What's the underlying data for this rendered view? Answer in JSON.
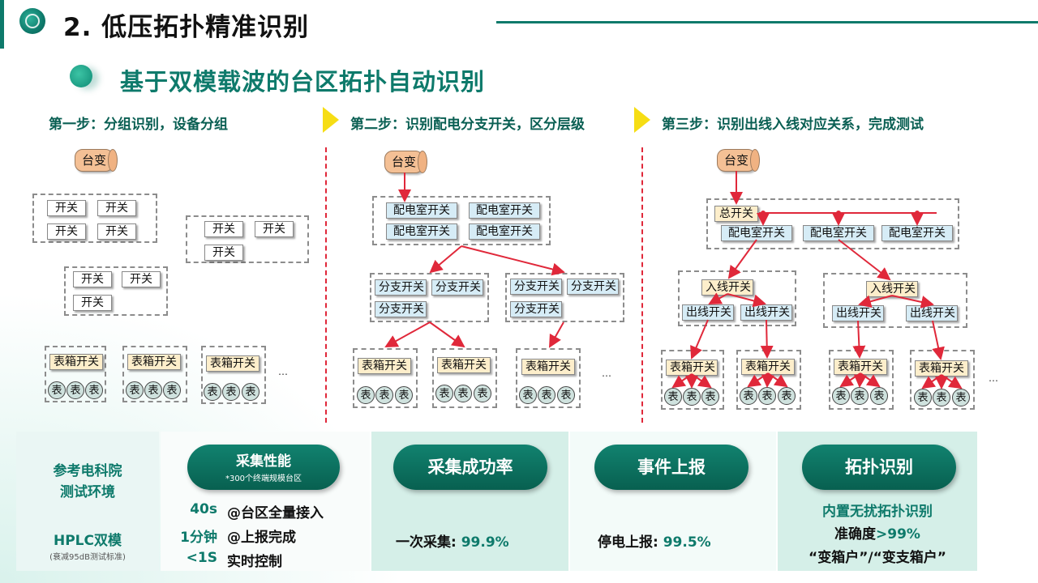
{
  "header": {
    "title": "2. 低压拓扑精准识别",
    "subtitle": "基于双模载波的台区拓扑自动识别"
  },
  "steps": [
    {
      "label": "第一步：分组识别，设备分组"
    },
    {
      "label": "第二步：识别配电分支开关，区分层级"
    },
    {
      "label": "第三步：识别出线入线对应关系，完成测试"
    }
  ],
  "diagram": {
    "transformer": "台变",
    "switch": "开关",
    "room_switch": "配电室开关",
    "branch_switch": "分支开关",
    "meterbox_switch": "表箱开关",
    "main_switch": "总开关",
    "in_switch": "入线开关",
    "out_switch": "出线开关",
    "meter": "表",
    "ellipsis": "…"
  },
  "panels": {
    "env": {
      "line1": "参考电科院",
      "line2": "测试环境",
      "mode": "HPLC双模",
      "note": "(衰减95dB测试标准)"
    },
    "perf": {
      "title": "采集性能",
      "note": "*300个终端规模台区",
      "rows": [
        {
          "value": "40s",
          "desc": "@台区全量接入"
        },
        {
          "value": "1分钟",
          "desc": "@上报完成"
        },
        {
          "value": "<1S",
          "desc": "实时控制"
        }
      ]
    },
    "rate": {
      "title": "采集成功率",
      "label": "一次采集: ",
      "value": "99.9%"
    },
    "event": {
      "title": "事件上报",
      "label": "停电上报: ",
      "value": "99.5%"
    },
    "topo": {
      "title": "拓扑识别",
      "line1": "内置无扰拓扑识别",
      "acc_label": "准确度",
      "acc_value": ">99%",
      "line3": "“变箱户”/“变支箱户”"
    }
  },
  "colors": {
    "accent": "#0e7a6b",
    "arrow": "#e0283a",
    "highlight": "#2ebfa0"
  }
}
